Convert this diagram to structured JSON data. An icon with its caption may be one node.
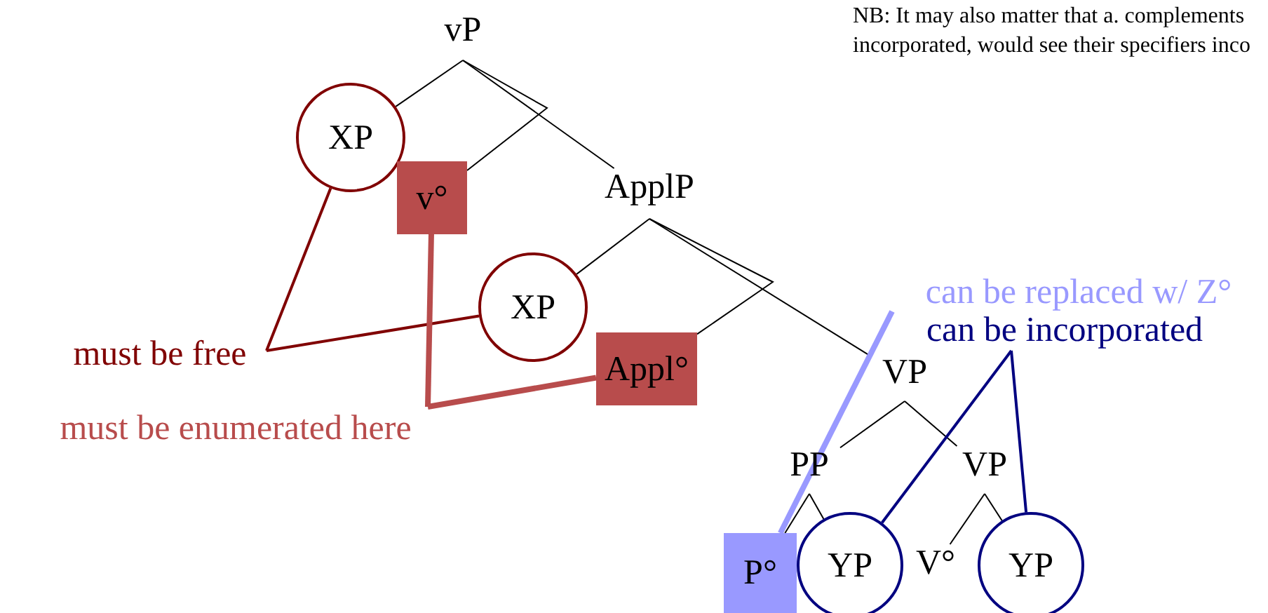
{
  "diagram": {
    "nodes": [
      {
        "text": [
          "vP"
        ]
      },
      {
        "text": [
          "XP"
        ]
      },
      {
        "text": [
          "v°"
        ]
      },
      {
        "text": [
          "ApplP"
        ]
      },
      {
        "text": [
          "XP"
        ]
      },
      {
        "text": [
          "Appl°"
        ]
      },
      {
        "text": [
          "VP"
        ]
      },
      {
        "text": [
          "PP"
        ]
      },
      {
        "text": [
          "VP"
        ]
      },
      {
        "text": [
          "P°"
        ]
      },
      {
        "text": [
          "YP"
        ]
      },
      {
        "text": [
          "V°"
        ]
      },
      {
        "text": [
          "YP"
        ]
      },
      {
        "text": [
          "must be free"
        ]
      },
      {
        "text": [
          "must be enumerated here"
        ]
      },
      {
        "text": [
          "can be replaced w/ Z°"
        ]
      },
      {
        "text": [
          "can be incorporated"
        ]
      }
    ],
    "edges": [
      {
        "from": 0,
        "to": 1,
        "arrow": "none"
      },
      {
        "from": 0,
        "to": 3,
        "arrow": "none"
      },
      {
        "from": 0,
        "to": 2,
        "arrow": "none"
      },
      {
        "from": 3,
        "to": 4,
        "arrow": "none"
      },
      {
        "from": 3,
        "to": 6,
        "arrow": "none"
      },
      {
        "from": 3,
        "to": 5,
        "arrow": "none"
      },
      {
        "from": 6,
        "to": 7,
        "arrow": "none"
      },
      {
        "from": 6,
        "to": 8,
        "arrow": "none"
      },
      {
        "from": 7,
        "to": 9,
        "arrow": "none"
      },
      {
        "from": 7,
        "to": 10,
        "arrow": "none"
      },
      {
        "from": 8,
        "to": 11,
        "arrow": "none"
      },
      {
        "from": 8,
        "to": 12,
        "arrow": "none"
      },
      {
        "from": 13,
        "to": 1,
        "arrow": "none",
        "color": "#800000"
      },
      {
        "from": 13,
        "to": 4,
        "arrow": "none",
        "color": "#800000"
      },
      {
        "from": 14,
        "to": 2,
        "arrow": "none",
        "style": "thick",
        "color": "#b84c4c"
      },
      {
        "from": 14,
        "to": 5,
        "arrow": "none",
        "style": "thick",
        "color": "#b84c4c"
      },
      {
        "from": 15,
        "to": 9,
        "arrow": "none",
        "style": "thick",
        "color": "#9999ff"
      },
      {
        "from": 16,
        "to": 10,
        "arrow": "none",
        "color": "#000080"
      },
      {
        "from": 16,
        "to": 12,
        "arrow": "none",
        "color": "#000080"
      }
    ],
    "labels": [
      "NB: It may also matter that a. complements incorporated, would see their specifiers inco"
    ]
  }
}
